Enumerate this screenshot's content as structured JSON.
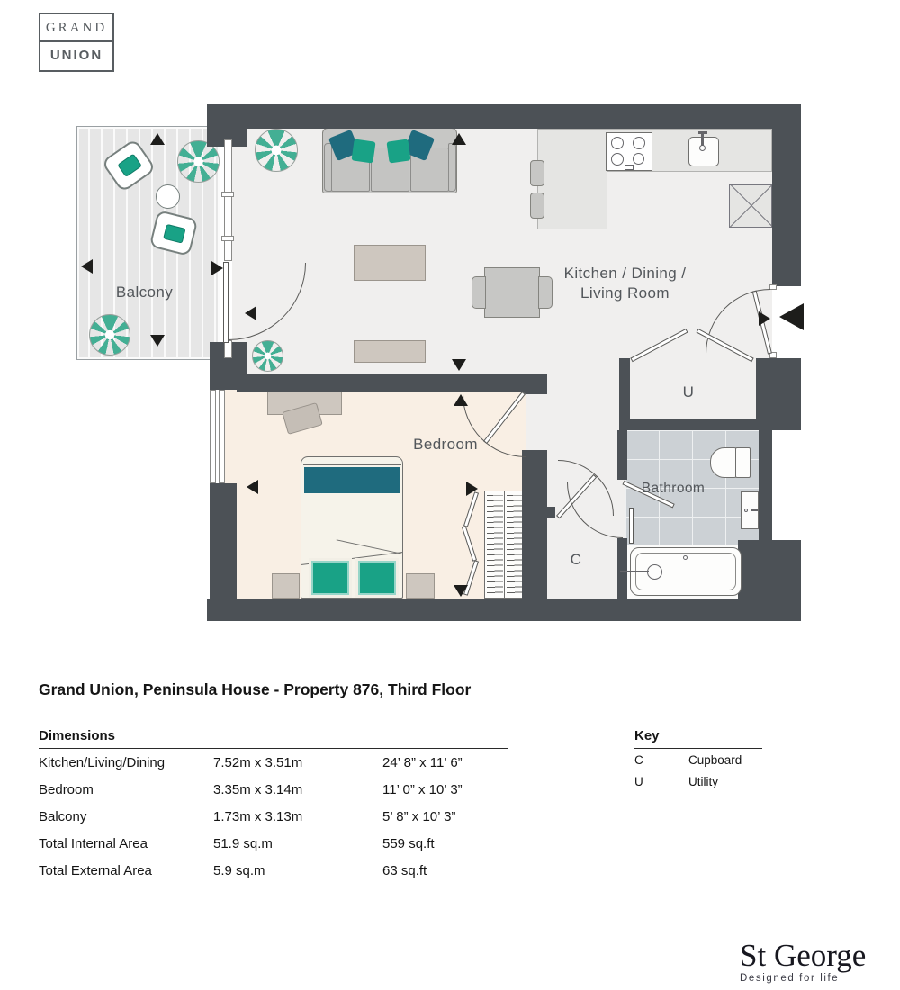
{
  "brand": {
    "logo_top": "GRAND",
    "logo_bottom": "UNION",
    "developer": "St George",
    "developer_tagline": "Designed for life"
  },
  "title": "Grand Union, Peninsula House - Property 876, Third Floor",
  "plan": {
    "rooms": {
      "balcony": "Balcony",
      "kitchen_line1": "Kitchen / Dining /",
      "kitchen_line2": "Living Room",
      "bedroom": "Bedroom",
      "bathroom": "Bathroom",
      "utility_code": "U",
      "cupboard_code": "C"
    },
    "colors": {
      "wall": "#4c5156",
      "floor_living": "#f0efee",
      "floor_bedroom": "#f9efe4",
      "floor_balcony": "#e7e7e7",
      "bathroom_tile": "#ccd1d5",
      "counter": "#e5e5e3",
      "teal_dark": "#1f6b7e",
      "teal_bright": "#19a286",
      "plant": "#43af94",
      "furniture_warm": "#cec7bf",
      "furniture_gray": "#c7c7c5",
      "label_text": "#53575b",
      "arrow": "#1d1d1b"
    }
  },
  "dimensions": {
    "heading": "Dimensions",
    "rows": [
      {
        "label": "Kitchen/Living/Dining",
        "metric": "7.52m x 3.51m",
        "imperial": "24’ 8” x 11’ 6”"
      },
      {
        "label": "Bedroom",
        "metric": "3.35m x 3.14m",
        "imperial": "11’ 0” x 10’ 3”"
      },
      {
        "label": "Balcony",
        "metric": "1.73m x 3.13m",
        "imperial": "5’ 8” x 10’ 3”"
      },
      {
        "label": "Total Internal Area",
        "metric": "51.9 sq.m",
        "imperial": "559 sq.ft"
      },
      {
        "label": "Total External Area",
        "metric": "5.9 sq.m",
        "imperial": "63 sq.ft"
      }
    ]
  },
  "key": {
    "heading": "Key",
    "rows": [
      {
        "code": "C",
        "label": "Cupboard"
      },
      {
        "code": "U",
        "label": "Utility"
      }
    ]
  }
}
